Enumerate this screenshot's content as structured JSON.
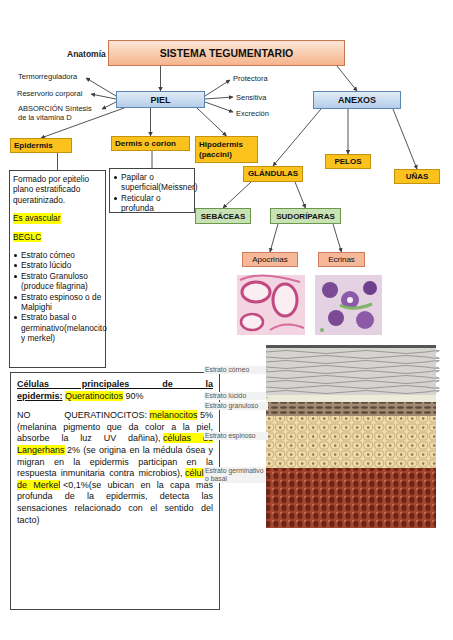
{
  "diagram": {
    "nodes": [
      {
        "text": [
          "SISTEMA TEGUMENTARIO"
        ]
      },
      {
        "text": [
          "PIEL"
        ]
      },
      {
        "text": [
          "ANEXOS"
        ]
      },
      {
        "text": [
          "Epidermis"
        ]
      },
      {
        "text": [
          "Dermis o corion"
        ]
      },
      {
        "text": [
          "Hipodermis (paccini)"
        ]
      },
      {
        "text": [
          "Formado por epitelio plano estratificado queratinizado.",
          "Es avascular",
          "BEGLC",
          "Estrato córneo",
          "Estrato lúcido",
          "Estrato Granuloso (produce filagrina)",
          "Estrato espinoso o de Malpighi",
          "Estrato basal o germinativo(melanocito y merkel)"
        ]
      },
      {
        "text": [
          "Papilar o superficial(Meissner)",
          "Reticular o profunda"
        ]
      },
      {
        "text": [
          "GLÁNDULAS"
        ]
      },
      {
        "text": [
          "PELOS"
        ]
      },
      {
        "text": [
          "UÑAS"
        ]
      },
      {
        "text": [
          "SEBÁCEAS"
        ]
      },
      {
        "text": [
          "SUDORÍPARAS"
        ]
      },
      {
        "text": [
          "Apocrinas"
        ]
      },
      {
        "text": [
          "Ecrinas"
        ]
      },
      {
        "text": [
          "Células principales de la epidermis:",
          "Queratinocitos",
          "90%",
          "NO QUERATINOCITOS:",
          "melanocitos",
          "5% (melanina pigmento que da color a la piel, absorbe la luz UV dañina),",
          "células de Langerhans",
          "2% (se origina en la médula ósea y migran en la epidermis participan en la respuesta inmunitaria contra microbios),",
          "células de Merkel",
          "<0,1%(se ubican en la capa más profunda de la epidermis, detecta las sensaciones relacionado con el sentido del tacto)"
        ]
      }
    ],
    "edges": [
      {
        "from": 0,
        "to": 1,
        "arrow": "to"
      },
      {
        "from": 0,
        "to": 2,
        "arrow": "to"
      },
      {
        "from": 1,
        "to": 3,
        "arrow": "to"
      },
      {
        "from": 1,
        "to": 4,
        "arrow": "to"
      },
      {
        "from": 1,
        "to": 5,
        "arrow": "to"
      },
      {
        "from": 3,
        "to": 6,
        "arrow": "none"
      },
      {
        "from": 4,
        "to": 7,
        "arrow": "none"
      },
      {
        "from": 2,
        "to": 8,
        "arrow": "to"
      },
      {
        "from": 2,
        "to": 9,
        "arrow": "to"
      },
      {
        "from": 2,
        "to": 10,
        "arrow": "to"
      },
      {
        "from": 8,
        "to": 11,
        "arrow": "to"
      },
      {
        "from": 8,
        "to": 12,
        "arrow": "to"
      },
      {
        "from": 12,
        "to": 13,
        "arrow": "to"
      },
      {
        "from": 12,
        "to": 14,
        "arrow": "to"
      }
    ],
    "labels": [
      "Anatomía",
      "Termorreguladora",
      "Reservorio corporal",
      "ABSORCIÓN Síntesis de la vitamina D",
      "Protectora",
      "Sensitiva",
      "Excreción",
      "Estrato córneo",
      "Estrato lúcido",
      "Estrato granuloso",
      "Estrato espinoso",
      "Estrato germinativo o basal"
    ]
  }
}
